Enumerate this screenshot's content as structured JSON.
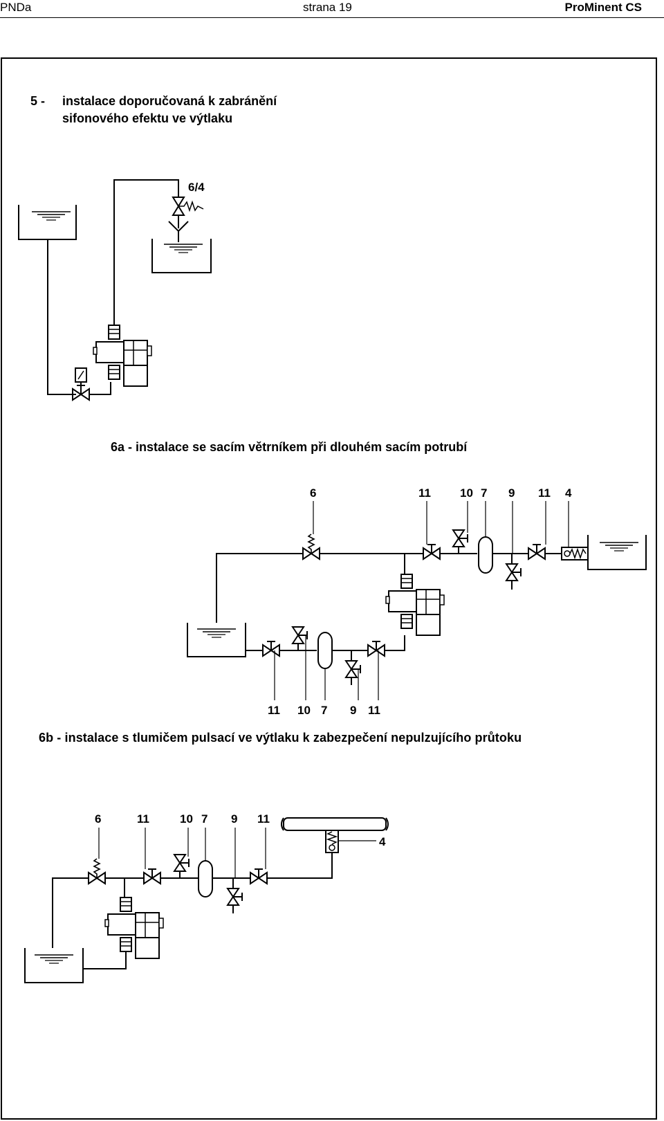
{
  "header": {
    "left": "PNDa",
    "center": "strana 19",
    "right": "ProMinent CS"
  },
  "section5": {
    "number": "5 -",
    "line1": "instalace doporučovaná k zabránění",
    "line2": "sifonového efektu ve výtlaku",
    "labels": {
      "valve": "6/4"
    }
  },
  "section6a": {
    "caption": "6a - instalace se sacím větrníkem při dlouhém sacím potrubí",
    "top_labels": [
      "6",
      "11",
      "10",
      "7",
      "9",
      "11",
      "4"
    ],
    "bottom_labels": [
      "11",
      "10",
      "7",
      "9",
      "11"
    ]
  },
  "section6b": {
    "caption": "6b - instalace s tlumičem pulsací ve výtlaku k zabezpečení nepulzujícího průtoku",
    "top_labels": [
      "6",
      "11",
      "10",
      "7",
      "9",
      "11"
    ],
    "side_label": "4"
  }
}
